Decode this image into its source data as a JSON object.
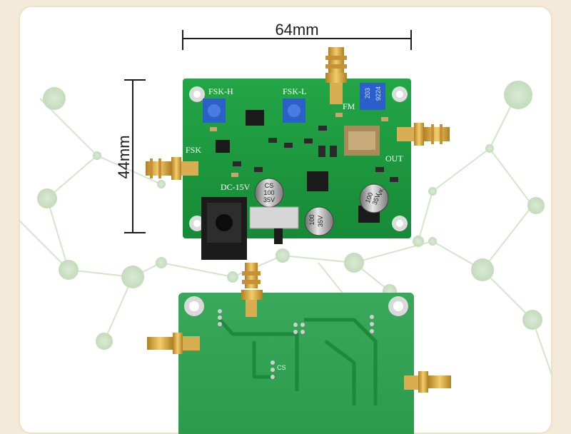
{
  "dimensions": {
    "width_label": "64mm",
    "height_label": "44mm"
  },
  "board_labels": {
    "fsk_h": "FSK-H",
    "fsk_l": "FSK-L",
    "fm": "FM",
    "fsk": "FSK",
    "out": "OUT",
    "power": "DC-15V",
    "cap_left_line1": "CS",
    "cap_left_line2": "100",
    "cap_left_line3": "35V",
    "cap_mid_line1": "100",
    "cap_mid_line2": "35V",
    "cap_right_line1": "100",
    "cap_right_line2": "35V",
    "cap_right_line3": "VK",
    "trim_right": "203",
    "trim_right_2": "9224",
    "back_cs": "CS"
  },
  "colors": {
    "pcb": "#1f9a3f",
    "pcb_dark": "#157a30",
    "pcb_back": "#2a9a48",
    "gold": "#d8a640",
    "trimmer": "#2b5fc9",
    "bg_network": "#cfe3c8"
  }
}
